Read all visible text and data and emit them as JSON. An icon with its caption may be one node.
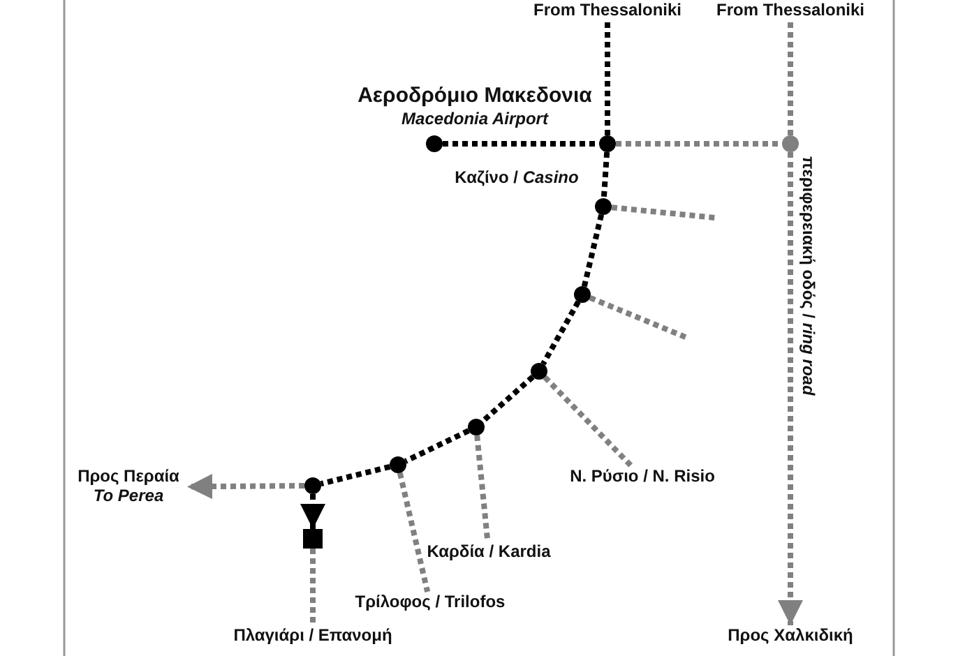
{
  "diagram": {
    "nodes": [
      {
        "text": [
          "From Thessaloniki"
        ]
      },
      {
        "text": [
          "From Thessaloniki"
        ]
      },
      {
        "text": [],
        "shape": "circle",
        "beside": [
          "Αεροδρόμιο Μακεδονια",
          "Macedonia Airport"
        ]
      },
      {
        "text": [],
        "shape": "circle",
        "beside": [
          "Καζίνο / *Casino*"
        ]
      },
      {
        "text": [],
        "shape": "circle"
      },
      {
        "text": [],
        "shape": "circle"
      },
      {
        "text": [],
        "shape": "circle"
      },
      {
        "text": [],
        "shape": "circle"
      },
      {
        "text": [],
        "shape": "circle"
      },
      {
        "text": [],
        "shape": "circle"
      },
      {
        "text": [],
        "shape": "circle"
      },
      {
        "text": [
          "Προς Περαία",
          "To Perea"
        ]
      },
      {
        "text": [],
        "shape": "box"
      },
      {
        "text": [
          "Πλαγιάρι / Επανομή"
        ]
      },
      {
        "text": [
          "Ν. Ρύσιο / Ν. Risio"
        ]
      },
      {
        "text": [
          "Καρδία / Kardia"
        ]
      },
      {
        "text": [
          "Τρίλοφος / Trilofos"
        ]
      },
      {
        "text": [
          "Προς Χαλκιδική"
        ]
      }
    ],
    "edges": [
      {
        "from": 0,
        "to": 3,
        "arrow": "none",
        "style": "dashed",
        "color": "#000000"
      },
      {
        "from": 2,
        "to": 3,
        "arrow": "none",
        "style": "dashed",
        "color": "#000000"
      },
      {
        "from": 1,
        "to": 4,
        "arrow": "none",
        "style": "dashed",
        "color": "#808080"
      },
      {
        "from": 3,
        "to": 4,
        "arrow": "none",
        "style": "dashed",
        "color": "#808080"
      },
      {
        "from": 4,
        "to": 17,
        "arrow": "to",
        "style": "dashed",
        "color": "#808080",
        "label": "περιφερειακή οδός / *ring road*"
      },
      {
        "from": 3,
        "to": 5,
        "arrow": "none",
        "style": "dashed",
        "color": "#000000"
      },
      {
        "from": 5,
        "to": 6,
        "arrow": "none",
        "style": "dashed",
        "color": "#000000"
      },
      {
        "from": 6,
        "to": 7,
        "arrow": "none",
        "style": "dashed",
        "color": "#000000"
      },
      {
        "from": 7,
        "to": 8,
        "arrow": "none",
        "style": "dashed",
        "color": "#000000"
      },
      {
        "from": 8,
        "to": 9,
        "arrow": "none",
        "style": "dashed",
        "color": "#000000"
      },
      {
        "from": 9,
        "to": 10,
        "arrow": "none",
        "style": "dashed",
        "color": "#000000"
      },
      {
        "from": 5,
        "to": null,
        "arrow": "none",
        "style": "dashed",
        "color": "#808080"
      },
      {
        "from": 6,
        "to": null,
        "arrow": "none",
        "style": "dashed",
        "color": "#808080"
      },
      {
        "from": 7,
        "to": 14,
        "arrow": "none",
        "style": "dashed",
        "color": "#808080"
      },
      {
        "from": 8,
        "to": 15,
        "arrow": "none",
        "style": "dashed",
        "color": "#808080"
      },
      {
        "from": 9,
        "to": 16,
        "arrow": "none",
        "style": "dashed",
        "color": "#808080"
      },
      {
        "from": 10,
        "to": 11,
        "arrow": "to",
        "style": "dashed",
        "color": "#808080"
      },
      {
        "from": 10,
        "to": 12,
        "arrow": "to",
        "style": "dashed",
        "color": "#000000"
      },
      {
        "from": 12,
        "to": 13,
        "arrow": "none",
        "style": "dashed",
        "color": "#808080"
      }
    ]
  }
}
